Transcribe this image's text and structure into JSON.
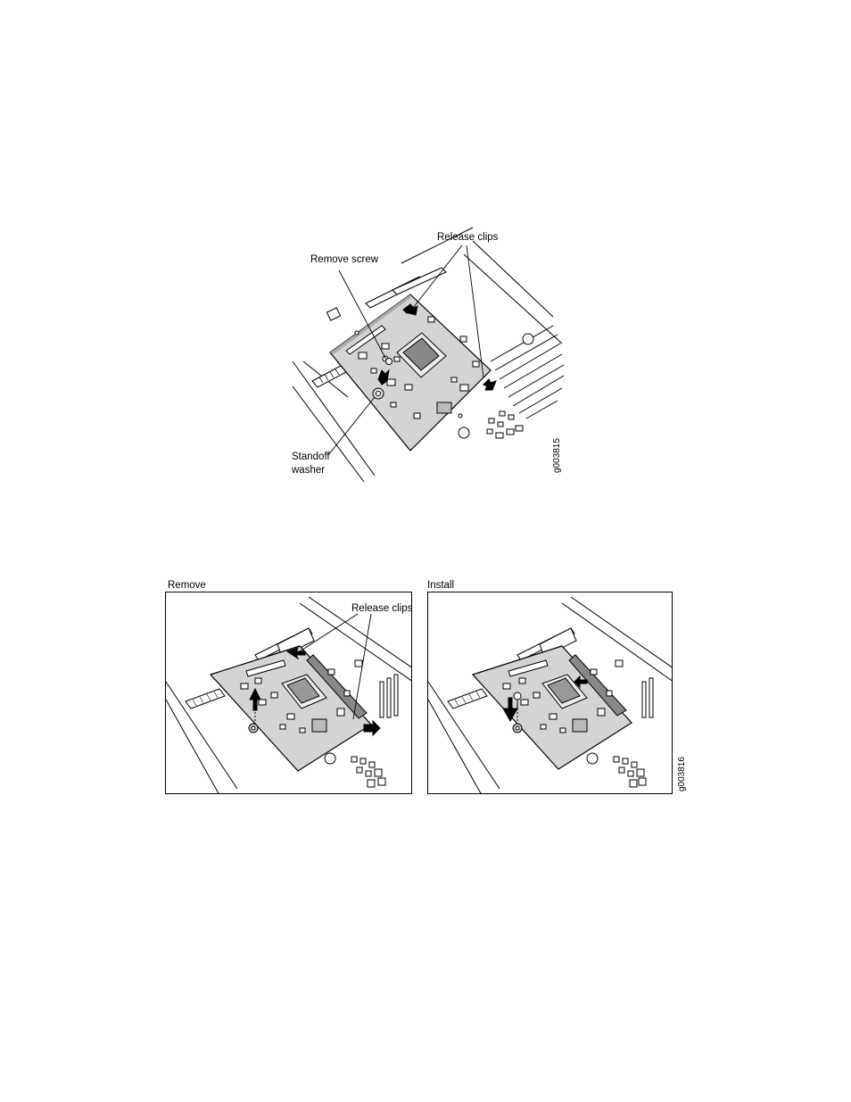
{
  "figure1": {
    "labels": {
      "release_clips": "Release clips",
      "remove_screw": "Remove screw",
      "standoff_line1": "Standoff",
      "standoff_line2": "washer"
    },
    "figure_id": "g003815"
  },
  "figure2": {
    "remove_panel": {
      "title": "Remove",
      "release_clips": "Release clips"
    },
    "install_panel": {
      "title": "Install"
    },
    "figure_id": "g003816"
  }
}
